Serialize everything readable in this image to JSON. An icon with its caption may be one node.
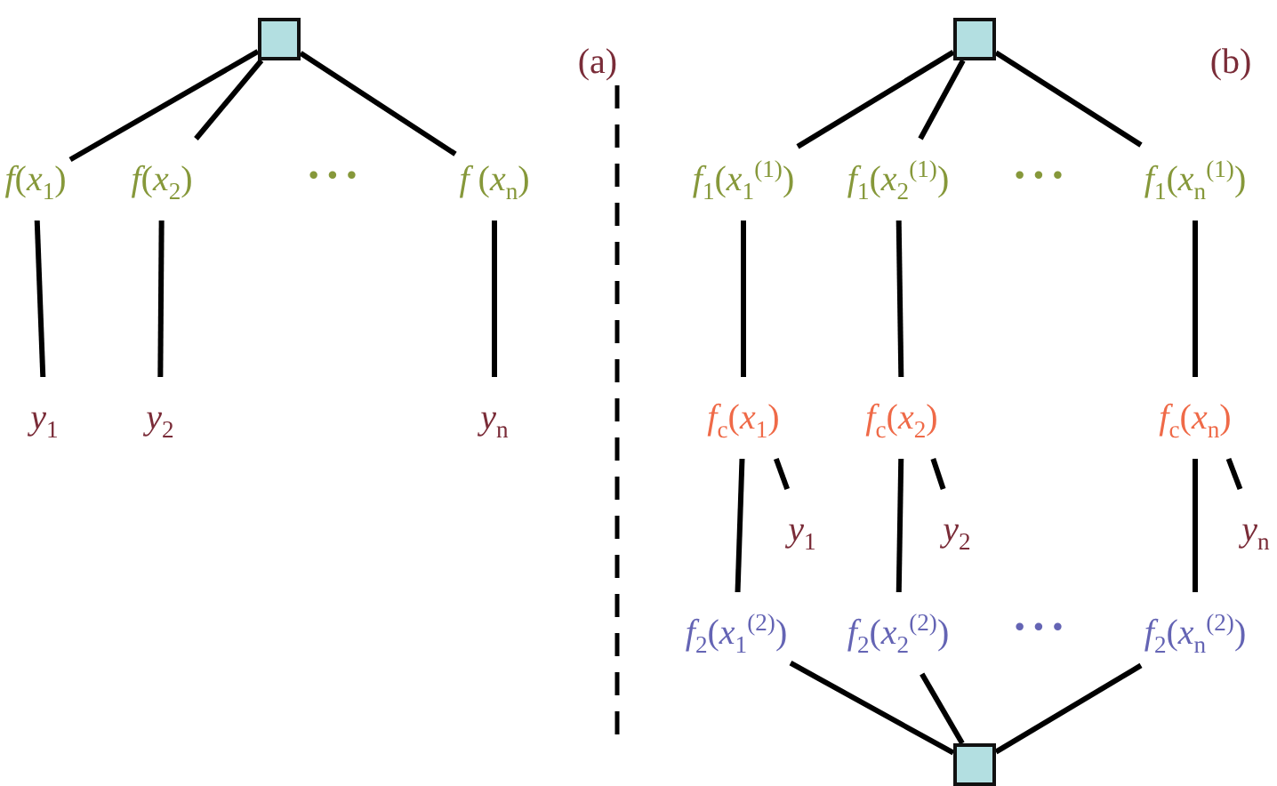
{
  "diagram": {
    "nodes": [
      {
        "text": [],
        "shape": "box"
      },
      {
        "text": [
          "*f*(*x*$_{1}$)"
        ]
      },
      {
        "text": [
          "*f*(*x*$_{2}$)"
        ]
      },
      {
        "text": [
          "*f* (*x*$_{n}$)"
        ]
      },
      {
        "text": [
          "*y*$_{1}$"
        ]
      },
      {
        "text": [
          "*y*$_{2}$"
        ]
      },
      {
        "text": [
          "*y*$_{n}$"
        ]
      },
      {
        "text": [],
        "shape": "box"
      },
      {
        "text": [
          "*f*$_{1}$(*x*$_{1}$$^{(1)}$)"
        ]
      },
      {
        "text": [
          "*f*$_{1}$(*x*$_{2}$$^{(1)}$)"
        ]
      },
      {
        "text": [
          "*f*$_{1}$(*x*$_{n}$$^{(1)}$)"
        ]
      },
      {
        "text": [
          "*f*$_{c}$(*x*$_{1}$)"
        ]
      },
      {
        "text": [
          "*f*$_{c}$(*x*$_{2}$)"
        ]
      },
      {
        "text": [
          "*f*$_{c}$(*x*$_{n}$)"
        ]
      },
      {
        "text": [
          "*y*$_{1}$"
        ]
      },
      {
        "text": [
          "*y*$_{2}$"
        ]
      },
      {
        "text": [
          "*y*$_{n}$"
        ]
      },
      {
        "text": [
          "*f*$_{2}$(*x*$_{1}$$^{(2)}$)"
        ]
      },
      {
        "text": [
          "*f*$_{2}$(*x*$_{2}$$^{(2)}$)"
        ]
      },
      {
        "text": [
          "*f*$_{2}$(*x*$_{n}$$^{(2)}$)"
        ]
      },
      {
        "text": [],
        "shape": "box"
      }
    ],
    "edges": [
      {
        "from": 0,
        "to": 1,
        "arrow": "none"
      },
      {
        "from": 0,
        "to": 2,
        "arrow": "none"
      },
      {
        "from": 0,
        "to": 3,
        "arrow": "none"
      },
      {
        "from": 1,
        "to": 4,
        "arrow": "none"
      },
      {
        "from": 2,
        "to": 5,
        "arrow": "none"
      },
      {
        "from": 3,
        "to": 6,
        "arrow": "none"
      },
      {
        "from": 7,
        "to": 8,
        "arrow": "none"
      },
      {
        "from": 7,
        "to": 9,
        "arrow": "none"
      },
      {
        "from": 7,
        "to": 10,
        "arrow": "none"
      },
      {
        "from": 8,
        "to": 11,
        "arrow": "none"
      },
      {
        "from": 9,
        "to": 12,
        "arrow": "none"
      },
      {
        "from": 10,
        "to": 13,
        "arrow": "none"
      },
      {
        "from": 11,
        "to": 14,
        "arrow": "none"
      },
      {
        "from": 12,
        "to": 15,
        "arrow": "none"
      },
      {
        "from": 13,
        "to": 16,
        "arrow": "none"
      },
      {
        "from": 11,
        "to": 17,
        "arrow": "none"
      },
      {
        "from": 12,
        "to": 18,
        "arrow": "none"
      },
      {
        "from": 13,
        "to": 19,
        "arrow": "none"
      },
      {
        "from": 17,
        "to": 20,
        "arrow": "none"
      },
      {
        "from": 18,
        "to": 20,
        "arrow": "none"
      },
      {
        "from": 19,
        "to": 20,
        "arrow": "none"
      }
    ],
    "labels": [
      "(a)",
      "···",
      "(b)",
      "···",
      "···"
    ]
  }
}
